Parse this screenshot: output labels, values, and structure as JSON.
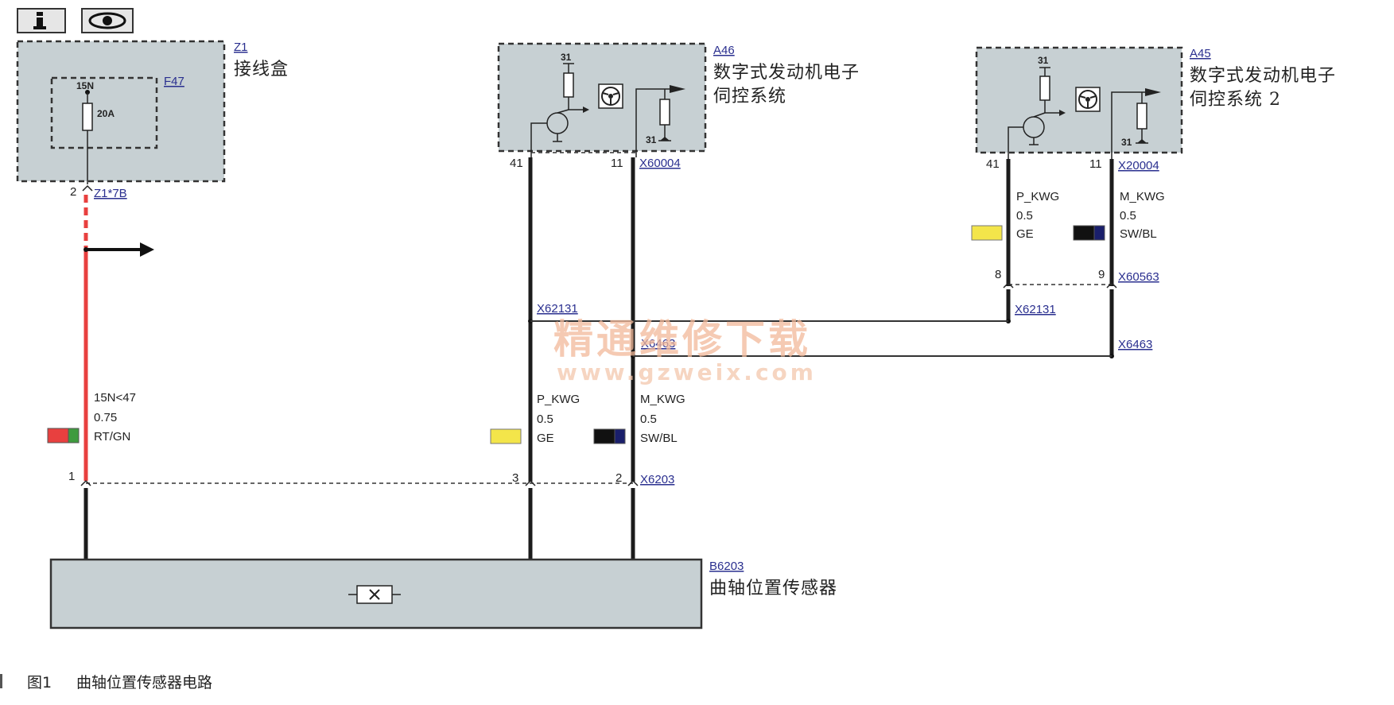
{
  "toolbar": {
    "info_icon": "info-icon",
    "view_icon": "eye-icon",
    "info_glyph": "i"
  },
  "colors": {
    "box_fill": "#c7d0d3",
    "wire_black": "#1c1c1c",
    "wire_red": "#e8403f",
    "ref_blue": "#2a2f8f",
    "yellow": "#f3e54a",
    "green": "#3e9b3e",
    "navy": "#1a1f6b"
  },
  "z1": {
    "ref": "Z1",
    "name": "接线盒",
    "fuse_ref": "F47",
    "fuse_terminal": "15N",
    "fuse_rating": "20A",
    "pin": "2",
    "connector": "Z1*7B"
  },
  "a46": {
    "ref": "A46",
    "name_line1": "数字式发动机电子",
    "name_line2": "伺控系统",
    "ground_top": "31",
    "ground_bottom": "31",
    "pin_left": "41",
    "pin_right": "11",
    "connector": "X60004"
  },
  "a45": {
    "ref": "A45",
    "name_line1": "数字式发动机电子",
    "name_line2": "伺控系统 2",
    "ground_top": "31",
    "ground_bottom": "31",
    "pin_left": "41",
    "pin_right": "11",
    "connector": "X20004"
  },
  "a45_wires": {
    "left": {
      "signal": "P_KWG",
      "size": "0.5",
      "color": "GE"
    },
    "right": {
      "signal": "M_KWG",
      "size": "0.5",
      "color": "SW/BL"
    },
    "pin_left": "8",
    "pin_right": "9",
    "connector": "X60563",
    "splice_left": "X62131",
    "splice_right": "X6463"
  },
  "a46_wires": {
    "splice_left": "X62131",
    "splice_right": "X6463",
    "left": {
      "signal": "P_KWG",
      "size": "0.5",
      "color": "GE"
    },
    "right": {
      "signal": "M_KWG",
      "size": "0.5",
      "color": "SW/BL"
    }
  },
  "power_wire": {
    "signal": "15N<47",
    "size": "0.75",
    "color": "RT/GN"
  },
  "b6203": {
    "ref": "B6203",
    "name": "曲轴位置传感器",
    "pin_1": "1",
    "pin_3": "3",
    "pin_2": "2",
    "connector": "X6203"
  },
  "watermark": {
    "line1": "精通维修下载",
    "line2": "www.gzweix.com"
  },
  "caption": {
    "number": "图1",
    "text": "曲轴位置传感器电路"
  }
}
